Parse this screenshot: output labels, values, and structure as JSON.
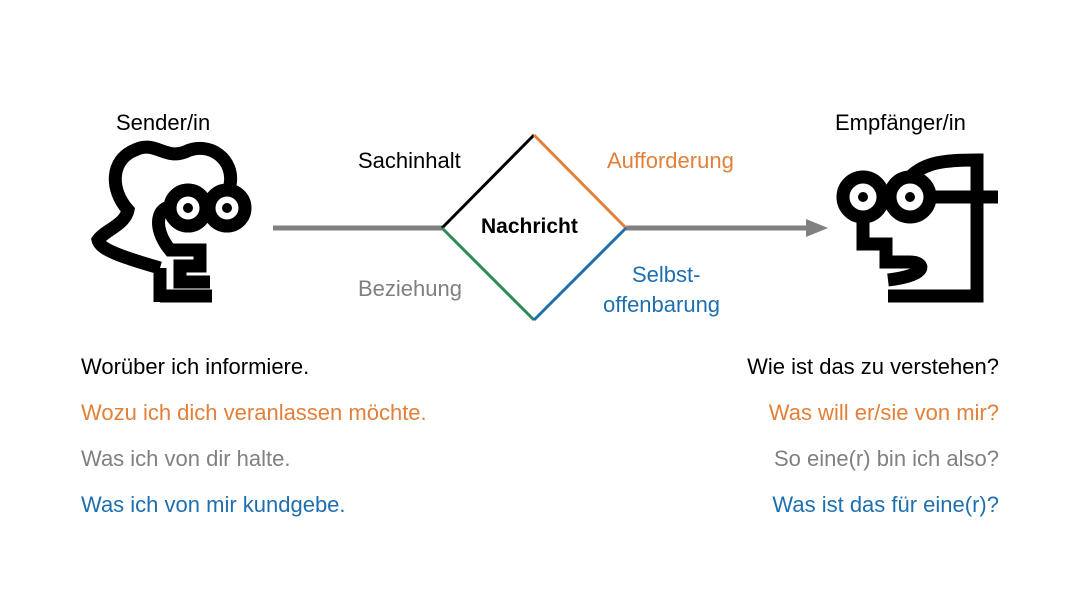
{
  "colors": {
    "sachinhalt": "#000000",
    "appell": "#E2803A",
    "beziehung": "#808080",
    "selbstoffenbarung": "#1E6FB0",
    "diamond_green": "#2E8B57",
    "line": "#808080"
  },
  "sender": {
    "title": "Sender/in",
    "icon": "person-head-icon"
  },
  "receiver": {
    "title": "Empfänger/in",
    "icon": "person-head-icon"
  },
  "message": {
    "center_label": "Nachricht",
    "sides": {
      "top_left": "Sachinhalt",
      "top_right": "Aufforderung",
      "bottom_left": "Beziehung",
      "bottom_right_line1": "Selbst-",
      "bottom_right_line2": "offenbarung"
    }
  },
  "sender_statements": [
    "Worüber ich informiere.",
    "Wozu ich dich veranlassen möchte.",
    "Was ich von dir halte.",
    "Was ich von mir kundgebe."
  ],
  "receiver_questions": [
    "Wie ist das zu verstehen?",
    "Was will er/sie von mir?",
    "So eine(r) bin ich also?",
    "Was ist das für eine(r)?"
  ]
}
